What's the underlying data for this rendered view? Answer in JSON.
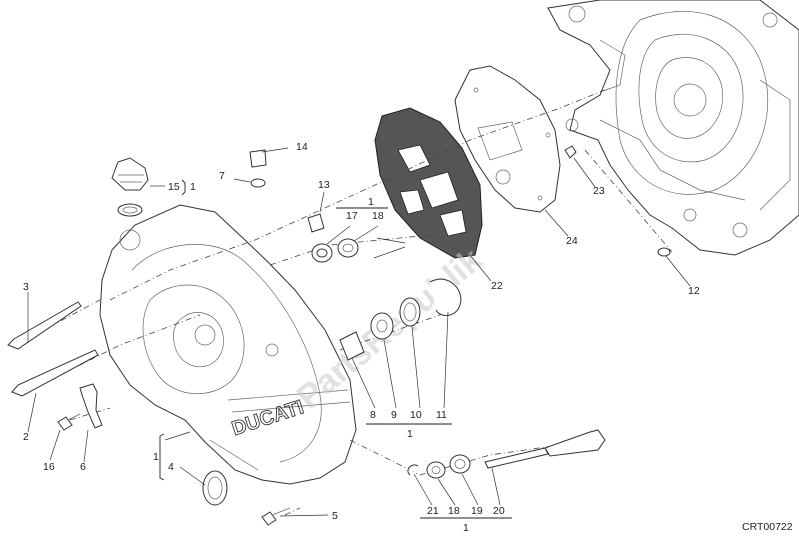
{
  "diagram": {
    "drawing_code": "CRT00722",
    "watermark": "PartsRepublik",
    "callouts": [
      "1",
      "1",
      "1",
      "1",
      "1",
      "2",
      "3",
      "4",
      "5",
      "6",
      "7",
      "8",
      "9",
      "10",
      "11",
      "12",
      "13",
      "14",
      "15",
      "16",
      "17",
      "18",
      "18",
      "19",
      "20",
      "21",
      "22",
      "23",
      "24"
    ]
  }
}
